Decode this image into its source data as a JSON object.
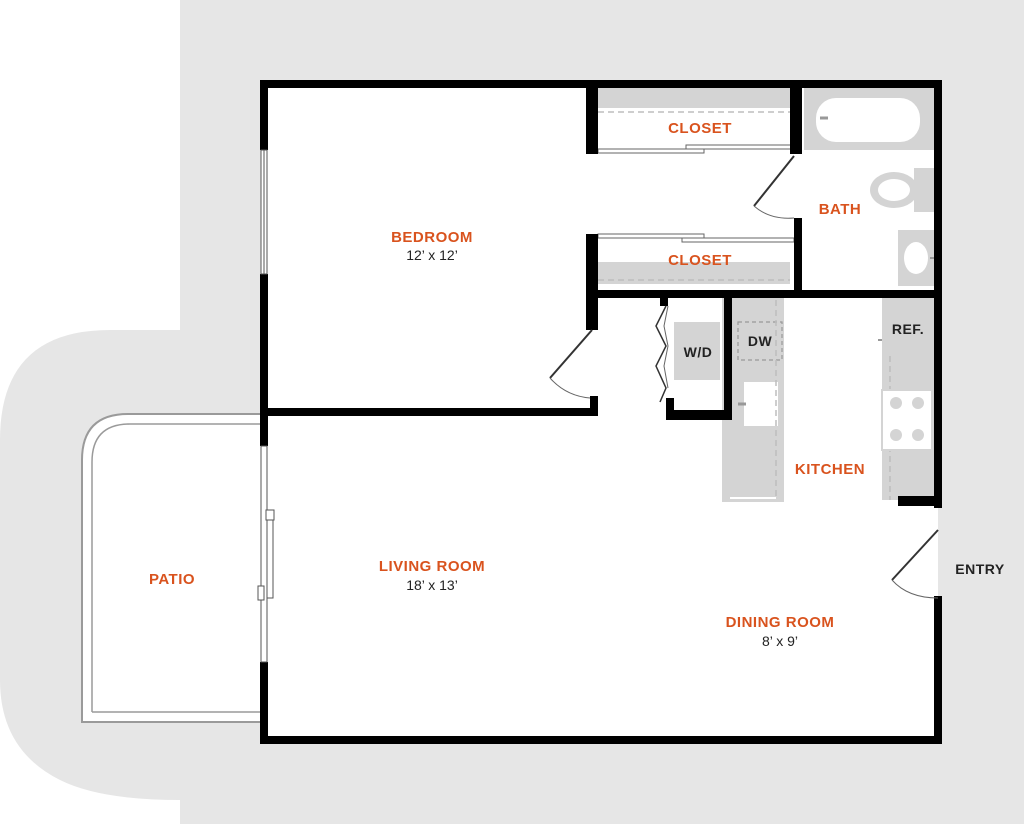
{
  "colors": {
    "accent": "#d9531e",
    "wall": "#000000",
    "ground": "#e6e6e6",
    "counter": "#d4d4d4",
    "text": "#222222"
  },
  "rooms": {
    "bedroom": {
      "label": "BEDROOM",
      "dims": "12’ x 12’"
    },
    "closet_top": {
      "label": "CLOSET"
    },
    "closet_bottom": {
      "label": "CLOSET"
    },
    "bath": {
      "label": "BATH"
    },
    "kitchen": {
      "label": "KITCHEN"
    },
    "living_room": {
      "label": "LIVING ROOM",
      "dims": "18’ x 13’"
    },
    "dining_room": {
      "label": "DINING ROOM",
      "dims": "8’ x 9’"
    },
    "patio": {
      "label": "PATIO"
    }
  },
  "fixtures": {
    "washer_dryer": "W/D",
    "dishwasher": "DW",
    "refrigerator": "REF."
  },
  "entry": {
    "label": "ENTRY"
  }
}
